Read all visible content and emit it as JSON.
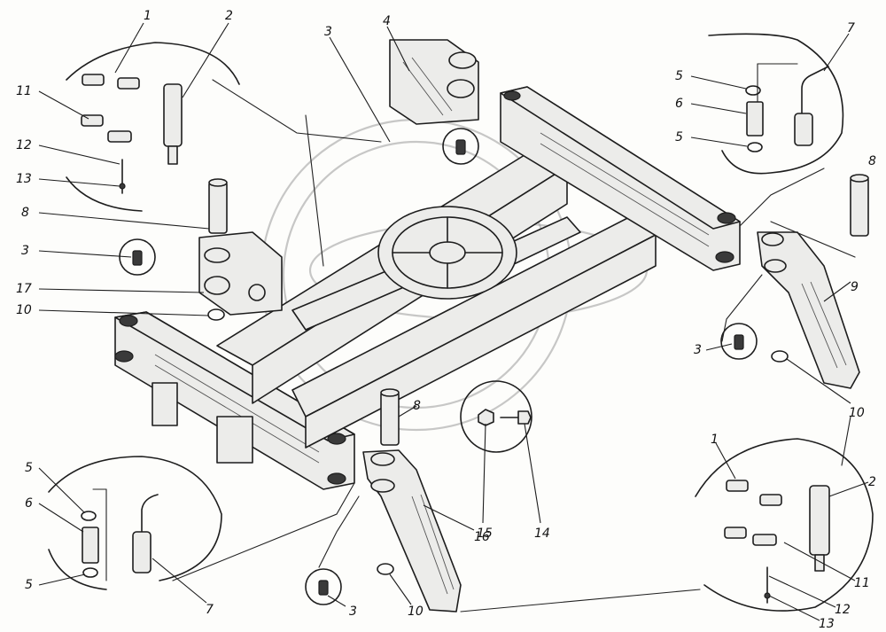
{
  "callouts": [
    {
      "id": "c1a",
      "text": "1"
    },
    {
      "id": "c2a",
      "text": "2"
    },
    {
      "id": "c3a",
      "text": "3"
    },
    {
      "id": "c4",
      "text": "4"
    },
    {
      "id": "c7a",
      "text": "7"
    },
    {
      "id": "c11a",
      "text": "11"
    },
    {
      "id": "c12a",
      "text": "12"
    },
    {
      "id": "c13a",
      "text": "13"
    },
    {
      "id": "c8a",
      "text": "8"
    },
    {
      "id": "c3b",
      "text": "3"
    },
    {
      "id": "c17",
      "text": "17"
    },
    {
      "id": "c10a",
      "text": "10"
    },
    {
      "id": "c5a",
      "text": "5"
    },
    {
      "id": "c6a",
      "text": "6"
    },
    {
      "id": "c5b",
      "text": "5"
    },
    {
      "id": "c8b",
      "text": "8"
    },
    {
      "id": "c9",
      "text": "9"
    },
    {
      "id": "c3c",
      "text": "3"
    },
    {
      "id": "c10b",
      "text": "10"
    },
    {
      "id": "c8c",
      "text": "8"
    },
    {
      "id": "c15",
      "text": "15"
    },
    {
      "id": "c14",
      "text": "14"
    },
    {
      "id": "c16",
      "text": "16"
    },
    {
      "id": "c10c",
      "text": "10"
    },
    {
      "id": "c3d",
      "text": "3"
    },
    {
      "id": "c5c",
      "text": "5"
    },
    {
      "id": "c6b",
      "text": "6"
    },
    {
      "id": "c5d",
      "text": "5"
    },
    {
      "id": "c7b",
      "text": "7"
    },
    {
      "id": "c1b",
      "text": "1"
    },
    {
      "id": "c2b",
      "text": "2"
    },
    {
      "id": "c11b",
      "text": "11"
    },
    {
      "id": "c12b",
      "text": "12"
    },
    {
      "id": "c13b",
      "text": "13"
    }
  ]
}
